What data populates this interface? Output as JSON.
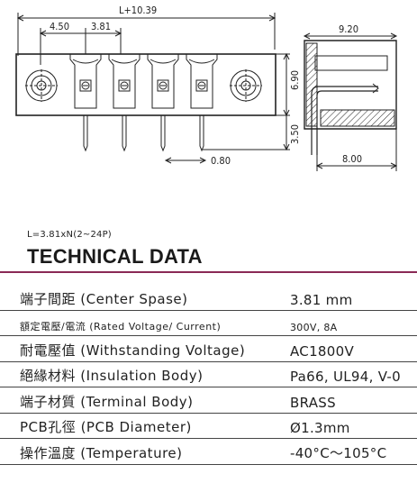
{
  "drawing": {
    "dimensions": {
      "overall_length": "L+10.39",
      "edge_offset": "4.50",
      "pitch": "3.81",
      "height": "6.90",
      "pin_length": "3.50",
      "pin_size": "0.80",
      "side_depth": "9.20",
      "side_base": "8.00"
    }
  },
  "formula": "L=3.81xN(2~24P)",
  "heading": "TECHNICAL DATA",
  "specs": [
    {
      "label": "端子間距 (Center Spase)",
      "value": "3.81 mm"
    },
    {
      "label": "額定電壓/電流 (Rated Voltage/ Current)",
      "value": "300V, 8A"
    },
    {
      "label": "耐電壓值 (Withstanding Voltage)",
      "value": "AC1800V"
    },
    {
      "label": "絕緣材料 (Insulation Body)",
      "value": "Pa66, UL94, V-0"
    },
    {
      "label": "端子材質 (Terminal Body)",
      "value": "BRASS"
    },
    {
      "label": "PCB孔徑 (PCB Diameter)",
      "value": "Ø1.3mm"
    },
    {
      "label": "操作溫度 (Temperature)",
      "value": "-40°C～105°C"
    }
  ]
}
